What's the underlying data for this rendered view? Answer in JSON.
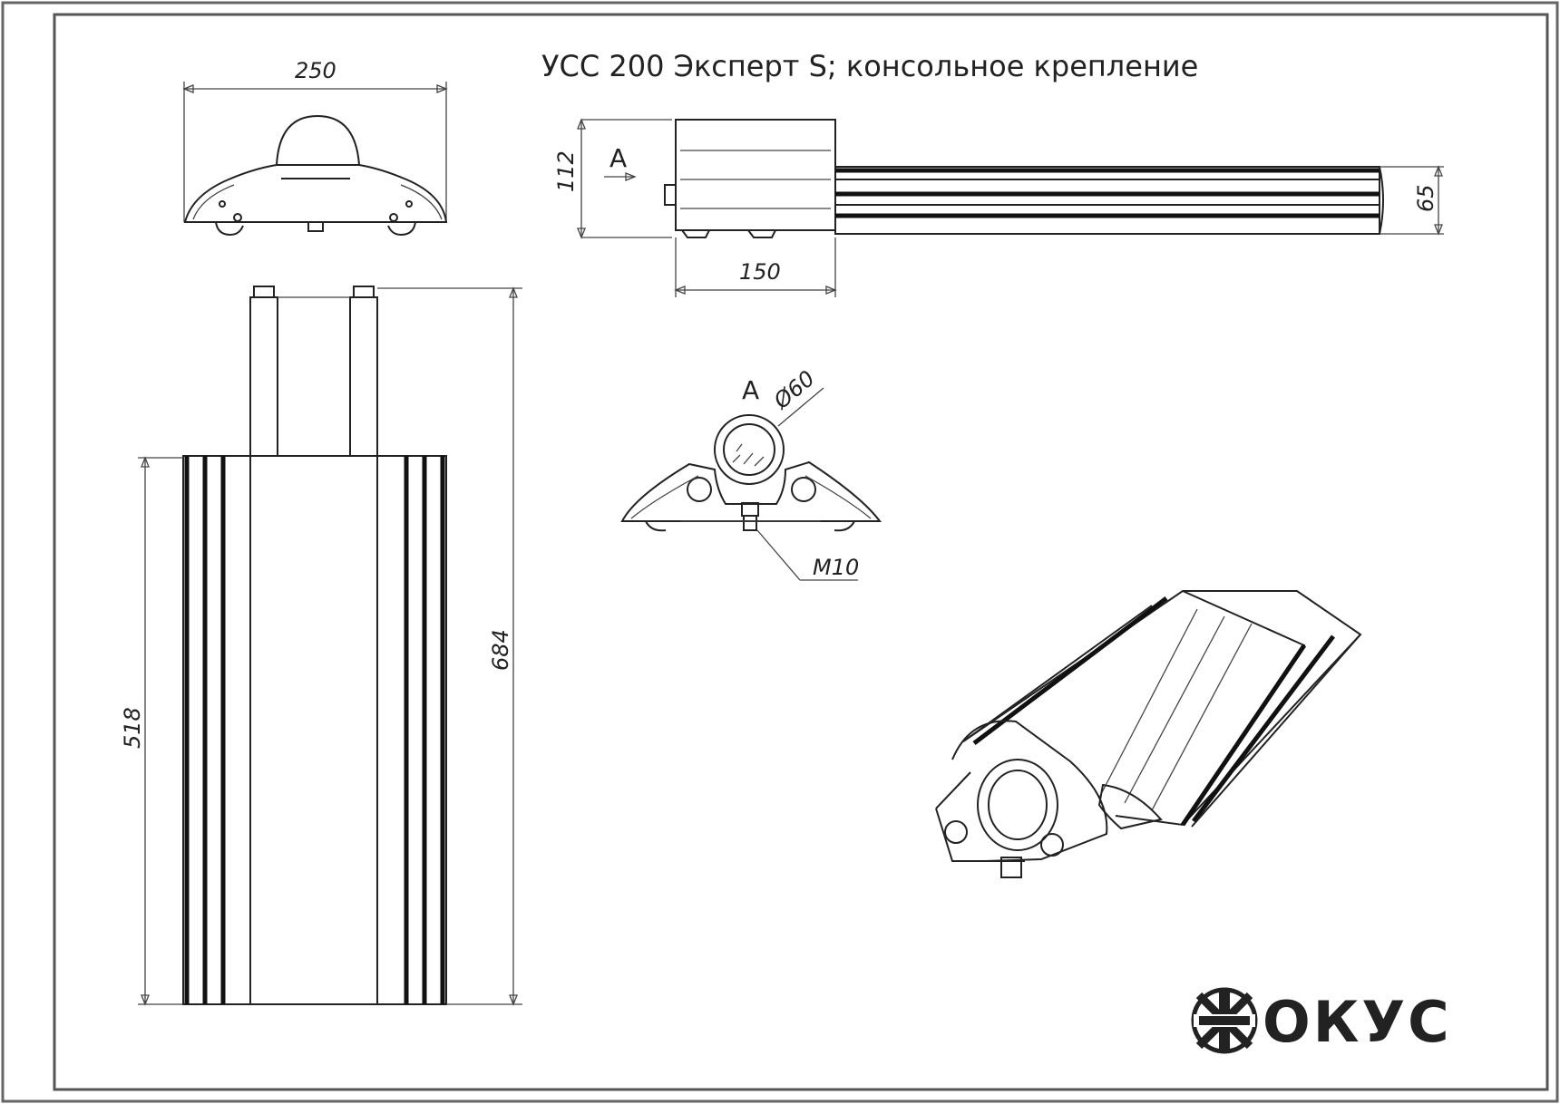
{
  "title": "УСС 200 Эксперт S; консольное крепление",
  "dimensions": {
    "front_width": "250",
    "side_height": "112",
    "side_depth": "150",
    "arm_height": "65",
    "plan_body_length": "518",
    "plan_total_length": "684",
    "pipe_diameter": "Ø60",
    "bolt": "M10"
  },
  "view_label": "A",
  "logo": {
    "text": "ОКУС",
    "icon": "zh-circle-icon"
  }
}
